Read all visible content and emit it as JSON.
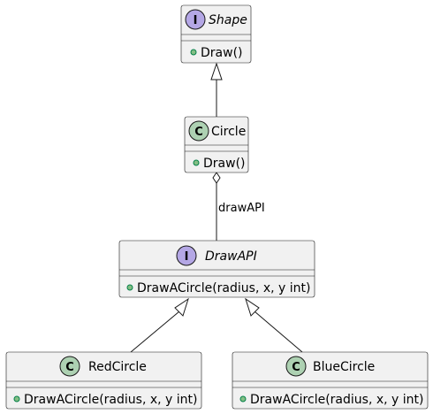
{
  "classes": {
    "shape": {
      "stereotype": "I",
      "name": "Shape",
      "members": [
        "Draw()"
      ]
    },
    "circle": {
      "stereotype": "C",
      "name": "Circle",
      "members": [
        "Draw()"
      ]
    },
    "drawapi": {
      "stereotype": "I",
      "name": "DrawAPI",
      "members": [
        "DrawACircle(radius, x, y int)"
      ]
    },
    "redcircle": {
      "stereotype": "C",
      "name": "RedCircle",
      "members": [
        "DrawACircle(radius, x, y int)"
      ]
    },
    "bluecircle": {
      "stereotype": "C",
      "name": "BlueCircle",
      "members": [
        "DrawACircle(radius, x, y int)"
      ]
    }
  },
  "relations": {
    "circle_drawapi_label": "drawAPI"
  },
  "colors": {
    "interface_badge": "#b4a7e5",
    "class_badge": "#add1b2",
    "box_fill": "#f1f1f1",
    "public_dot": "#84be84"
  }
}
